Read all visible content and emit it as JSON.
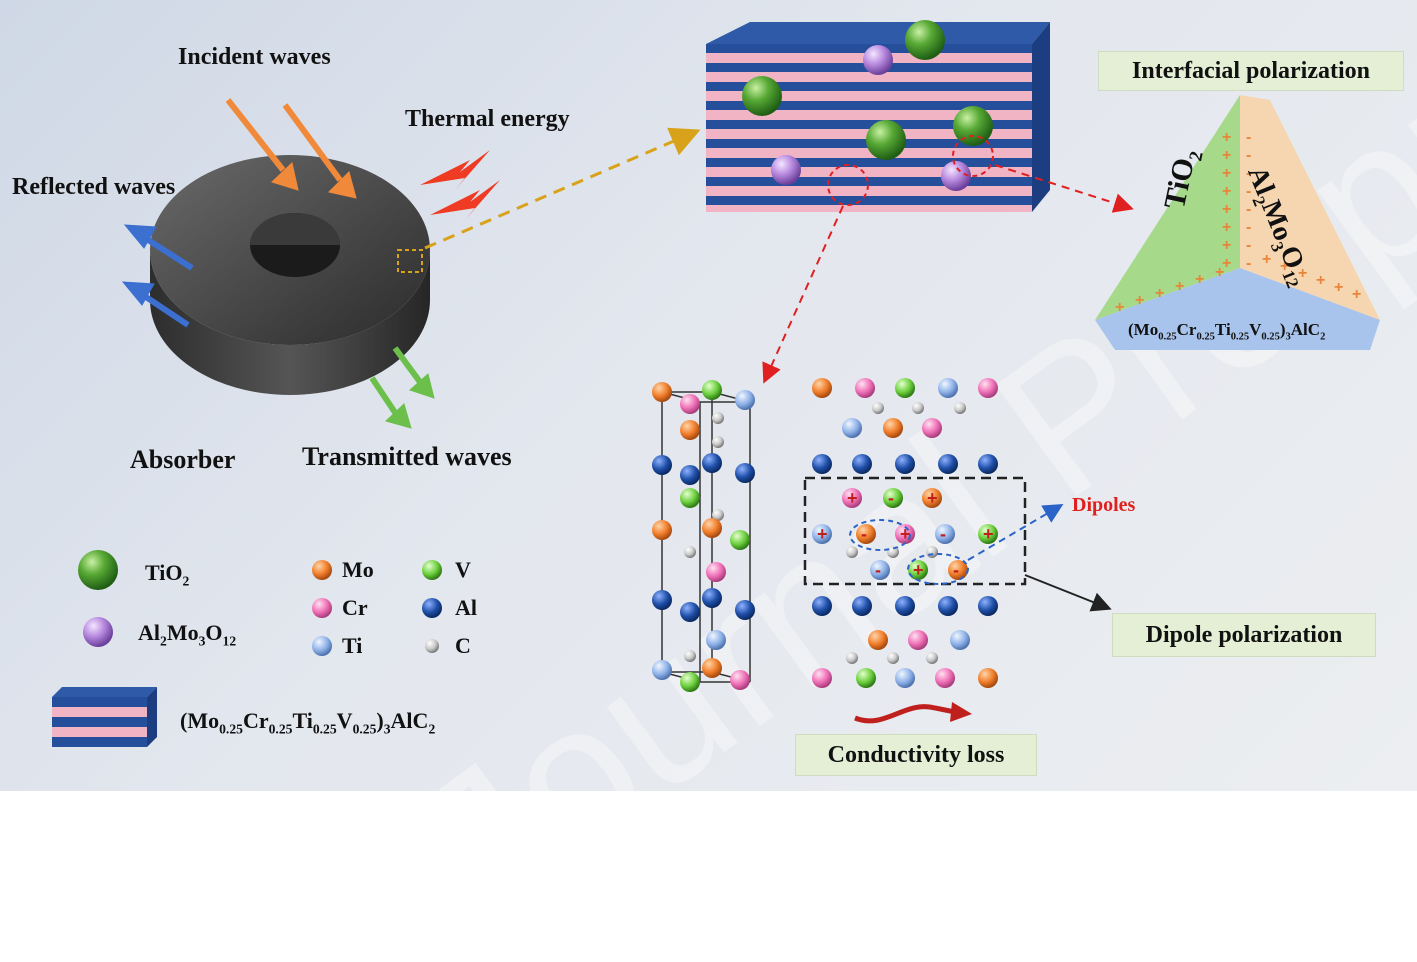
{
  "labels": {
    "incident": "Incident waves",
    "thermal": "Thermal energy",
    "reflected": "Reflected waves",
    "absorber": "Absorber",
    "transmitted": "Transmitted waves",
    "interfacial": "Interfacial polarization",
    "dipoles": "Dipoles",
    "dipole_pol": "Dipole polarization",
    "conductivity": "Conductivity loss"
  },
  "triangle": {
    "left": {
      "base": "TiO",
      "sub1": "2"
    },
    "right": {
      "p1": "Al",
      "s1": "2",
      "p2": "Mo",
      "s2": "3",
      "p3": "O",
      "s3": "12"
    },
    "bottom": {
      "p1": "(Mo",
      "s1": "0.25",
      "p2": "Cr",
      "s2": "0.25",
      "p3": "Ti",
      "s3": "0.25",
      "p4": "V",
      "s4": "0.25",
      "p5": ")",
      "s5": "3",
      "p6": "AlC",
      "s6": "2"
    }
  },
  "legend": {
    "tio2": {
      "base": "TiO",
      "sub": "2"
    },
    "al2mo3o12": {
      "p1": "Al",
      "s1": "2",
      "p2": "Mo",
      "s2": "3",
      "p3": "O",
      "s3": "12"
    },
    "max": {
      "p1": "(Mo",
      "s1": "0.25",
      "p2": "Cr",
      "s2": "0.25",
      "p3": "Ti",
      "s3": "0.25",
      "p4": "V",
      "s4": "0.25",
      "p5": ")",
      "s5": "3",
      "p6": "AlC",
      "s6": "2"
    },
    "atoms": {
      "mo": "Mo",
      "cr": "Cr",
      "ti": "Ti",
      "v": "V",
      "al": "Al",
      "c": "C"
    }
  },
  "watermark": "Journal Pre-proof",
  "colors": {
    "mo": "#f07d2a",
    "cr": "#ef6fb6",
    "ti": "#8fb2e8",
    "v": "#6ccf3c",
    "al": "#1f4fa8",
    "c": "#c8c8c8",
    "tio2_sphere": "#4a9a2c",
    "al2mo3o12_sphere": "#b98be0",
    "layer_blue": "#254e9b",
    "layer_pink": "#f0b4c4",
    "ring": "#3c3c3c",
    "tri_green": "#a6d98a",
    "tri_peach": "#f6d6b0",
    "tri_blue": "#a9c4ec",
    "plus": "#e9853a"
  }
}
